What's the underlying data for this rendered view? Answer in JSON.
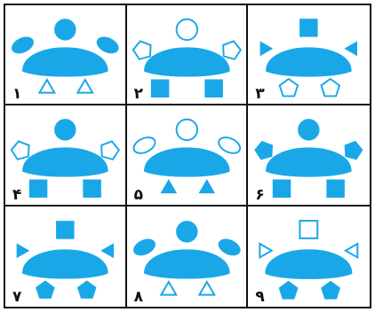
{
  "colors": {
    "fill": "#1AA7E8",
    "stroke": "#1AA7E8",
    "border": "#111111",
    "background": "#ffffff"
  },
  "cells": [
    {
      "label": "۱",
      "top": "circle-filled",
      "side": "ellipse-filled",
      "bottom": "triangle-outline"
    },
    {
      "label": "۲",
      "top": "circle-outline",
      "side": "pentagon-outline",
      "bottom": "square-filled"
    },
    {
      "label": "۳",
      "top": "square-filled",
      "side": "triangle-filled",
      "bottom": "pentagon-outline"
    },
    {
      "label": "۴",
      "top": "circle-filled",
      "side": "pentagon-outline",
      "bottom": "square-filled"
    },
    {
      "label": "۵",
      "top": "circle-outline",
      "side": "ellipse-outline",
      "bottom": "triangle-filled"
    },
    {
      "label": "۶",
      "top": "circle-filled",
      "side": "pentagon-filled",
      "bottom": "square-filled"
    },
    {
      "label": "۷",
      "top": "square-filled",
      "side": "triangle-filled",
      "bottom": "pentagon-filled"
    },
    {
      "label": "۸",
      "top": "circle-filled",
      "side": "ellipse-filled",
      "bottom": "triangle-outline"
    },
    {
      "label": "۹",
      "top": "square-outline",
      "side": "triangle-outline",
      "bottom": "pentagon-filled"
    }
  ]
}
